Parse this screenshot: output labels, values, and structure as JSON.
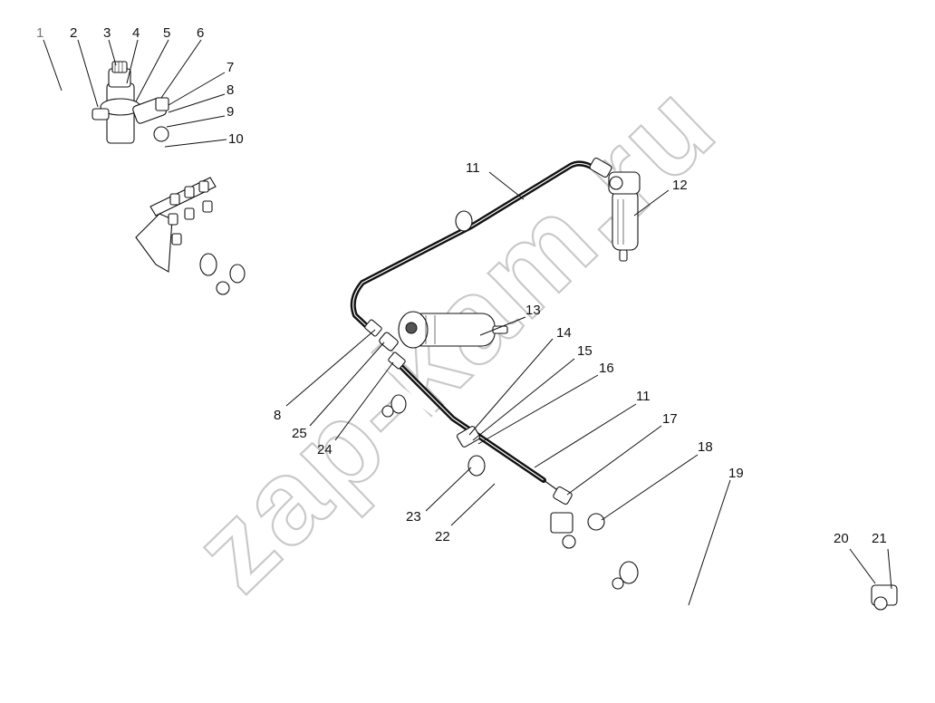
{
  "watermark": "zap-kam.ru",
  "callouts": [
    {
      "id": "c1",
      "label": "1",
      "grey": true
    },
    {
      "id": "c2",
      "label": "2"
    },
    {
      "id": "c3",
      "label": "3"
    },
    {
      "id": "c4",
      "label": "4"
    },
    {
      "id": "c5",
      "label": "5"
    },
    {
      "id": "c6",
      "label": "6"
    },
    {
      "id": "c7",
      "label": "7"
    },
    {
      "id": "c8a",
      "label": "8"
    },
    {
      "id": "c9",
      "label": "9"
    },
    {
      "id": "c10",
      "label": "10"
    },
    {
      "id": "c11a",
      "label": "11"
    },
    {
      "id": "c12",
      "label": "12"
    },
    {
      "id": "c13",
      "label": "13"
    },
    {
      "id": "c14",
      "label": "14"
    },
    {
      "id": "c15",
      "label": "15"
    },
    {
      "id": "c16",
      "label": "16"
    },
    {
      "id": "c11b",
      "label": "11"
    },
    {
      "id": "c17",
      "label": "17"
    },
    {
      "id": "c18",
      "label": "18"
    },
    {
      "id": "c19",
      "label": "19"
    },
    {
      "id": "c20",
      "label": "20"
    },
    {
      "id": "c21",
      "label": "21"
    },
    {
      "id": "c8b",
      "label": "8"
    },
    {
      "id": "c25",
      "label": "25"
    },
    {
      "id": "c24",
      "label": "24"
    },
    {
      "id": "c23",
      "label": "23"
    },
    {
      "id": "c22",
      "label": "22"
    }
  ]
}
